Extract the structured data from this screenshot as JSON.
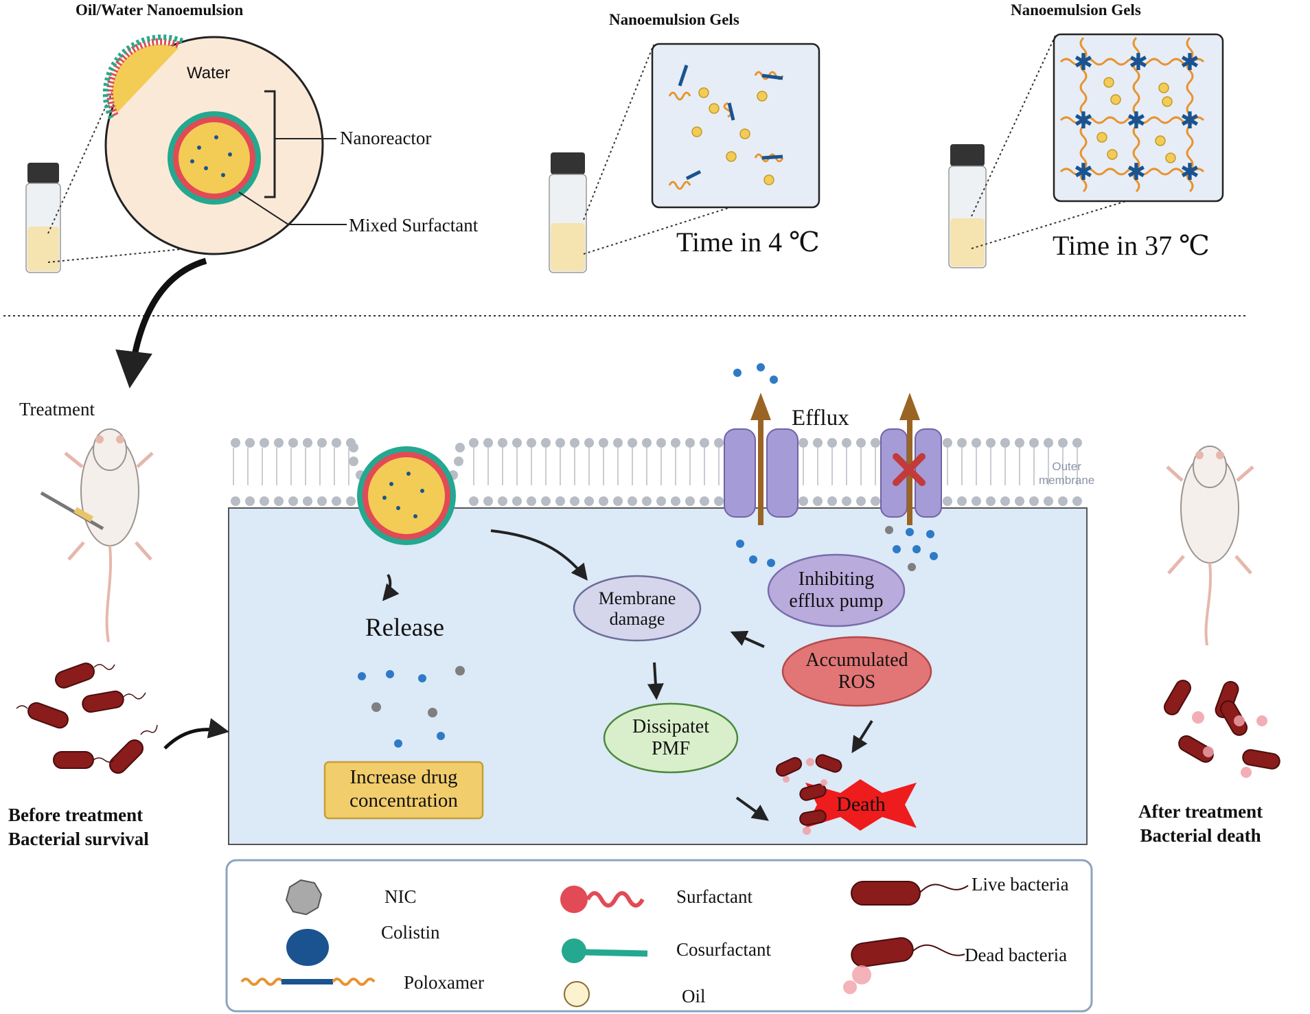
{
  "panels": {
    "nanoemulsion": {
      "title": "Oil/Water Nanoemulsion",
      "water_label": "Water",
      "nanoreactor_label": "Nanoreactor",
      "mixed_surfactant_label": "Mixed Surfactant"
    },
    "gel_cold": {
      "title": "Nanoemulsion Gels",
      "caption": "Time in 4 ℃"
    },
    "gel_warm": {
      "title": "Nanoemulsion Gels",
      "caption": "Time in 37 ℃"
    }
  },
  "treatment_label": "Treatment",
  "before": {
    "line1": "Before treatment",
    "line2": "Bacterial survival"
  },
  "after": {
    "line1": "After treatment",
    "line2": "Bacterial death"
  },
  "cell": {
    "efflux_label": "Efflux",
    "outer_membrane_label": "Outer\nmembrane",
    "release_label": "Release",
    "increase_drug": "Increase drug\nconcentration",
    "membrane_damage": "Membrane\ndamage",
    "inhibiting_efflux": "Inhibiting\nefflux pump",
    "accumulated_ros": "Accumulated\nROS",
    "dissipated_pmf": "Dissipatet\nPMF",
    "death": "Death"
  },
  "colors": {
    "cell_fill": "#dce9f7",
    "membrane_head": "#b8bcc4",
    "efflux_pump": "#a59bd6",
    "oil": "#f3cc55",
    "colistin": "#1a5390",
    "poloxamer": "#e89330",
    "bacteria": "#8a1c1c",
    "ros": "#e27676",
    "pmf": "#d9efcc",
    "damage": "#d5d5ec",
    "drug_box": "#f2cd6b",
    "death_star": "#ee1c1c"
  },
  "legend": {
    "nic": "NIC",
    "colistin": "Colistin",
    "poloxamer": "Poloxamer",
    "surfactant": "Surfactant",
    "cosurfactant": "Cosurfactant",
    "oil": "Oil",
    "live_bacteria": "Live bacteria",
    "dead_bacteria": "Dead bacteria"
  }
}
